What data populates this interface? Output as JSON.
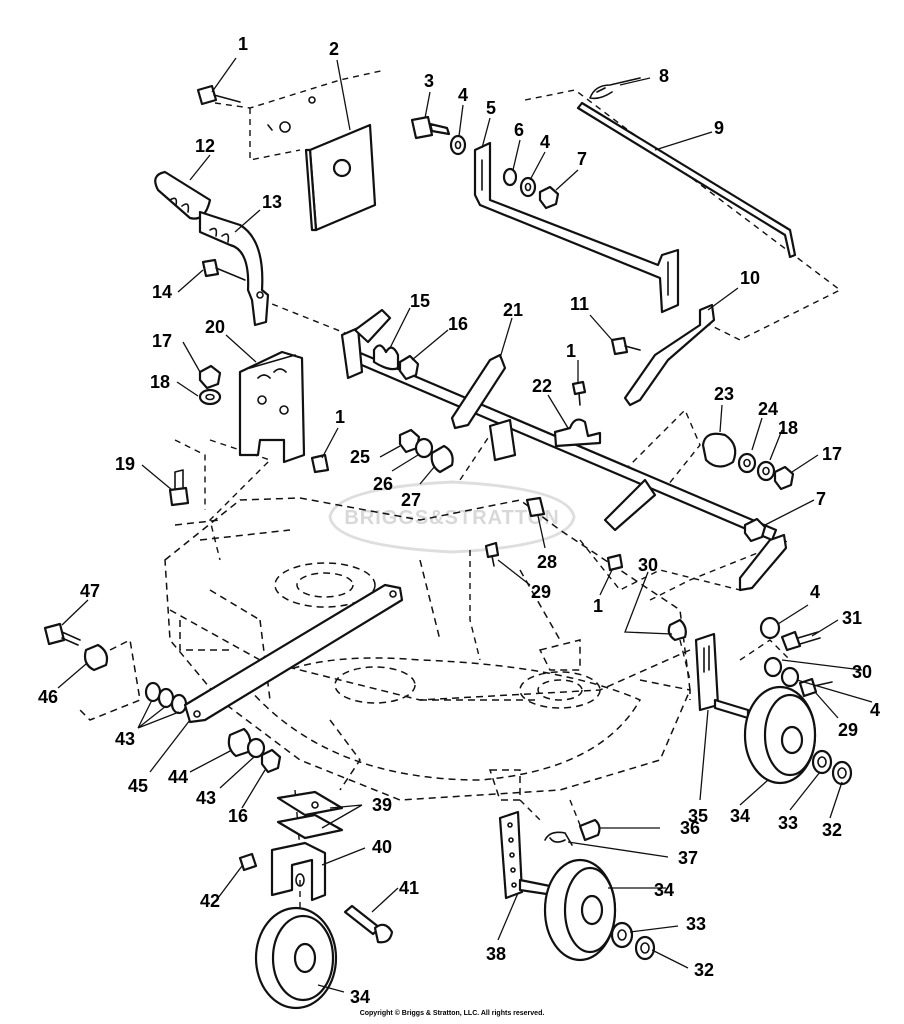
{
  "watermark": "BRIGGS&STRATTON",
  "copyright": "Copyright © Briggs & Stratton, LLC. All rights reserved.",
  "callouts": [
    {
      "id": "c1a",
      "text": "1"
    },
    {
      "id": "c2",
      "text": "2"
    },
    {
      "id": "c3",
      "text": "3"
    },
    {
      "id": "c4a",
      "text": "4"
    },
    {
      "id": "c5",
      "text": "5"
    },
    {
      "id": "c6",
      "text": "6"
    },
    {
      "id": "c4b",
      "text": "4"
    },
    {
      "id": "c7a",
      "text": "7"
    },
    {
      "id": "c8",
      "text": "8"
    },
    {
      "id": "c9",
      "text": "9"
    },
    {
      "id": "c10",
      "text": "10"
    },
    {
      "id": "c11",
      "text": "11"
    },
    {
      "id": "c12",
      "text": "12"
    },
    {
      "id": "c13",
      "text": "13"
    },
    {
      "id": "c14",
      "text": "14"
    },
    {
      "id": "c15",
      "text": "15"
    },
    {
      "id": "c16a",
      "text": "16"
    },
    {
      "id": "c17a",
      "text": "17"
    },
    {
      "id": "c18a",
      "text": "18"
    },
    {
      "id": "c20",
      "text": "20"
    },
    {
      "id": "c21",
      "text": "21"
    },
    {
      "id": "c1b",
      "text": "1"
    },
    {
      "id": "c22",
      "text": "22"
    },
    {
      "id": "c1c",
      "text": "1"
    },
    {
      "id": "c19",
      "text": "19"
    },
    {
      "id": "c25",
      "text": "25"
    },
    {
      "id": "c26",
      "text": "26"
    },
    {
      "id": "c27",
      "text": "27"
    },
    {
      "id": "c23",
      "text": "23"
    },
    {
      "id": "c24",
      "text": "24"
    },
    {
      "id": "c18b",
      "text": "18"
    },
    {
      "id": "c17b",
      "text": "17"
    },
    {
      "id": "c7b",
      "text": "7"
    },
    {
      "id": "c28",
      "text": "28"
    },
    {
      "id": "c29a",
      "text": "29"
    },
    {
      "id": "c1d",
      "text": "1"
    },
    {
      "id": "c30a",
      "text": "30"
    },
    {
      "id": "c4c",
      "text": "4"
    },
    {
      "id": "c31",
      "text": "31"
    },
    {
      "id": "c30b",
      "text": "30"
    },
    {
      "id": "c4d",
      "text": "4"
    },
    {
      "id": "c29b",
      "text": "29"
    },
    {
      "id": "c47",
      "text": "47"
    },
    {
      "id": "c46",
      "text": "46"
    },
    {
      "id": "c43a",
      "text": "43"
    },
    {
      "id": "c45",
      "text": "45"
    },
    {
      "id": "c44",
      "text": "44"
    },
    {
      "id": "c43b",
      "text": "43"
    },
    {
      "id": "c16b",
      "text": "16"
    },
    {
      "id": "c39",
      "text": "39"
    },
    {
      "id": "c40",
      "text": "40"
    },
    {
      "id": "c42",
      "text": "42"
    },
    {
      "id": "c41",
      "text": "41"
    },
    {
      "id": "c34a",
      "text": "34"
    },
    {
      "id": "c36",
      "text": "36"
    },
    {
      "id": "c37",
      "text": "37"
    },
    {
      "id": "c38",
      "text": "38"
    },
    {
      "id": "c34b",
      "text": "34"
    },
    {
      "id": "c33a",
      "text": "33"
    },
    {
      "id": "c32a",
      "text": "32"
    },
    {
      "id": "c35",
      "text": "35"
    },
    {
      "id": "c34c",
      "text": "34"
    },
    {
      "id": "c33b",
      "text": "33"
    },
    {
      "id": "c32b",
      "text": "32"
    }
  ]
}
